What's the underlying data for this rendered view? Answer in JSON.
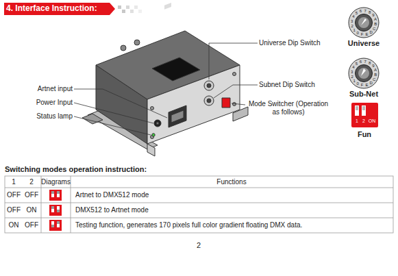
{
  "diagram": {
    "title": "4. Interface Instruction:",
    "labels": [
      "Universe Dip Switch",
      "0",
      "1",
      "2",
      "3",
      "4",
      "5",
      "6",
      "7",
      "8",
      "9",
      "A",
      "B",
      "C",
      "D",
      "E",
      "F",
      "Universe",
      "Subnet Dip Switch",
      "0",
      "1",
      "2",
      "3",
      "4",
      "5",
      "6",
      "7",
      "8",
      "9",
      "A",
      "B",
      "C",
      "D",
      "E",
      "F",
      "Sub-Net",
      "Artnet input",
      "Power Input",
      "Mode Switcher (Operation as follows)",
      "Status lamp",
      "1",
      "2",
      "ON",
      "Fun",
      "Switching modes operation instruction:",
      "1",
      "2",
      "Diagrams",
      "Functions",
      "OFF",
      "OFF",
      "Artnet to DMX512 mode",
      "OFF",
      "ON",
      "DMX512 to Artnet mode",
      "ON",
      "OFF",
      "Testing function, generates 170 pixels full color gradient floating DMX data.",
      "2"
    ]
  }
}
